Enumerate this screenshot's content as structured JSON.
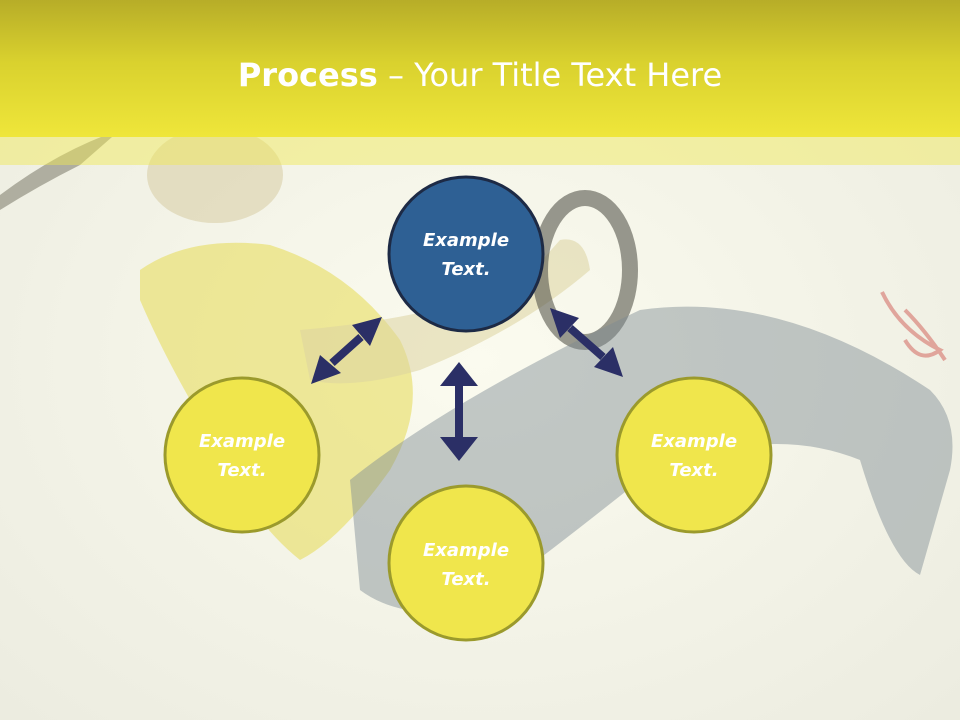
{
  "title": {
    "bold": "Process",
    "dash": " – ",
    "rest": "Your Title Text Here"
  },
  "nodes": [
    {
      "line1": "Example",
      "line2": "Text.",
      "role": "center"
    },
    {
      "line1": "Example",
      "line2": "Text.",
      "role": "left"
    },
    {
      "line1": "Example",
      "line2": "Text.",
      "role": "bottom"
    },
    {
      "line1": "Example",
      "line2": "Text.",
      "role": "right"
    }
  ],
  "colors": {
    "header": "#e8df36",
    "center_fill": "#2e6094",
    "center_stroke": "#1d2a45",
    "node_fill": "#f0e64c",
    "node_stroke": "#9b9a2c",
    "arrow": "#2b2f66",
    "node_text": "#ffffff"
  }
}
